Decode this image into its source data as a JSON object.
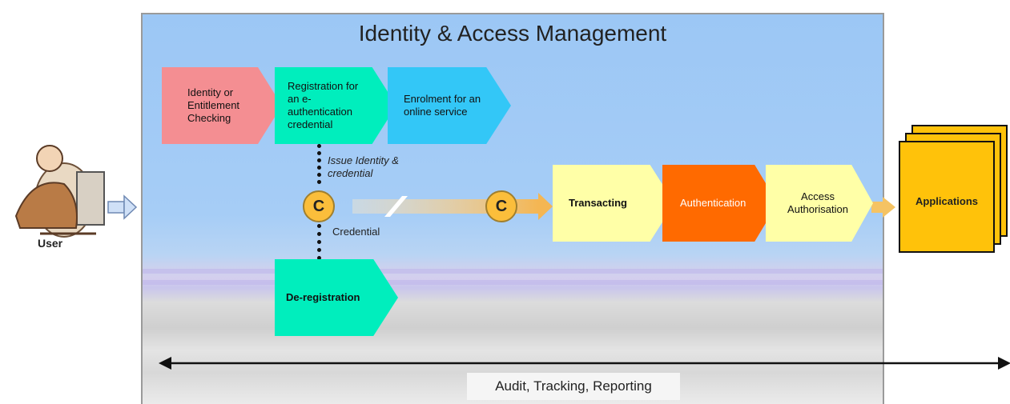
{
  "diagram": {
    "title": "Identity & Access Management",
    "steps": {
      "identity_checking": "Identity or Entitlement Checking",
      "registration": "Registration for an e-authentication credential",
      "enrolment": "Enrolment for an online service",
      "deregistration": "De-registration",
      "transacting": "Transacting",
      "authentication": "Authentication",
      "access_authorisation": "Access Authorisation"
    },
    "issue_label": "Issue Identity & credential",
    "credential_label": "Credential",
    "credential_mark": "C",
    "user_label": "User",
    "applications_label": "Applications",
    "audit_label": "Audit, Tracking, Reporting",
    "colors": {
      "background": "#9cc7f5",
      "identity": "#f48e92",
      "registration": "#00eebd",
      "enrolment": "#33c7f7",
      "transacting": "#ffffa7",
      "authentication": "#ff6a00",
      "applications": "#ffc20a",
      "credential": "#fbbe3b"
    }
  }
}
